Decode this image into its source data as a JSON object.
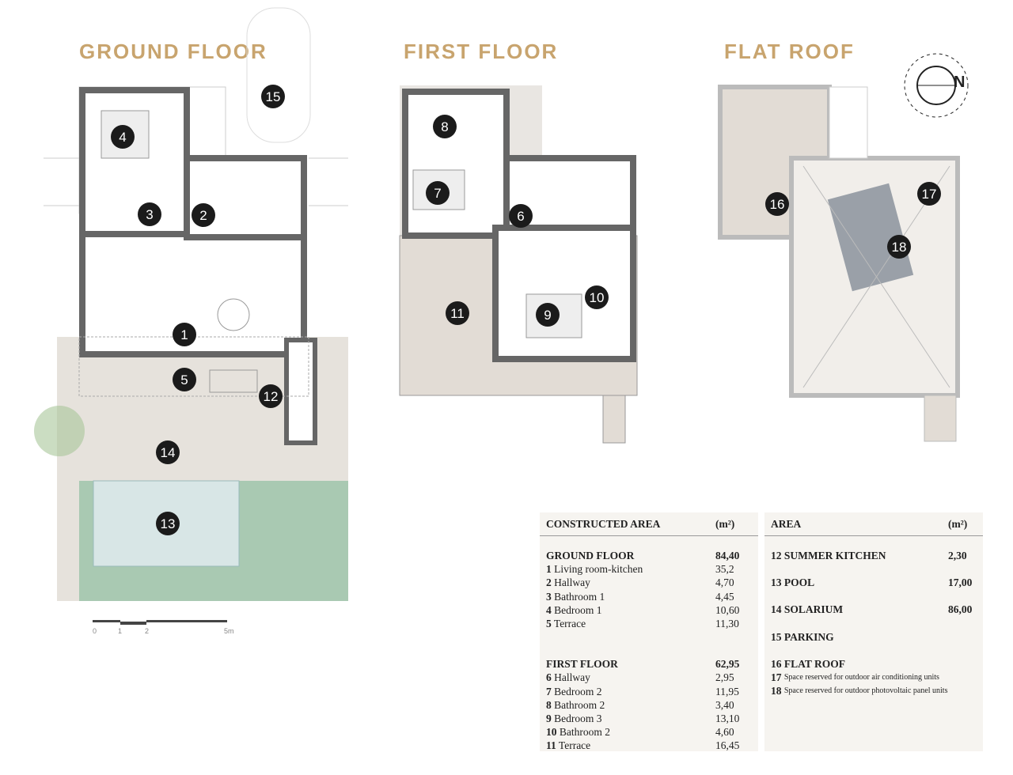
{
  "titles": {
    "ground": "GROUND FLOOR",
    "first": "FIRST FLOOR",
    "roof": "FLAT ROOF"
  },
  "compass": "N",
  "markers": [
    "1",
    "2",
    "3",
    "4",
    "5",
    "6",
    "7",
    "8",
    "9",
    "10",
    "11",
    "12",
    "13",
    "14",
    "15",
    "16",
    "17",
    "18"
  ],
  "scale": {
    "t0": "0",
    "t1": "1",
    "t2": "2",
    "t5": "5m"
  },
  "constructed": {
    "header": "CONSTRUCTED AREA",
    "unit": "(m²)",
    "ground": {
      "label": "GROUND FLOOR",
      "value": "84,40",
      "rooms": [
        {
          "n": "1",
          "name": "Living room-kitchen",
          "v": "35,2"
        },
        {
          "n": "2",
          "name": "Hallway",
          "v": "4,70"
        },
        {
          "n": "3",
          "name": "Bathroom 1",
          "v": "4,45"
        },
        {
          "n": "4",
          "name": "Bedroom 1",
          "v": "10,60"
        },
        {
          "n": "5",
          "name": "Terrace",
          "v": "11,30"
        }
      ]
    },
    "first": {
      "label": "FIRST FLOOR",
      "value": "62,95",
      "rooms": [
        {
          "n": "6",
          "name": "Hallway",
          "v": "2,95"
        },
        {
          "n": "7",
          "name": "Bedroom 2",
          "v": "11,95"
        },
        {
          "n": "8",
          "name": "Bathroom 2",
          "v": "3,40"
        },
        {
          "n": "9",
          "name": "Bedroom 3",
          "v": "13,10"
        },
        {
          "n": "10",
          "name": "Bathroom 2",
          "v": "4,60"
        },
        {
          "n": "11",
          "name": "Terrace",
          "v": "16,45"
        }
      ]
    }
  },
  "area": {
    "header": "AREA",
    "unit": "(m²)",
    "items": [
      {
        "label": "12 SUMMER KITCHEN",
        "v": "2,30"
      },
      {
        "label": "13 POOL",
        "v": "17,00"
      },
      {
        "label": "14 SOLARIUM",
        "v": "86,00"
      },
      {
        "label": "15 PARKING",
        "v": ""
      },
      {
        "label": "16 FLAT ROOF",
        "v": ""
      }
    ],
    "notes": [
      {
        "n": "17",
        "t": "Space reserved for outdoor air conditioning units"
      },
      {
        "n": "18",
        "t": "Space reserved for outdoor photovoltaic panel units"
      }
    ]
  }
}
